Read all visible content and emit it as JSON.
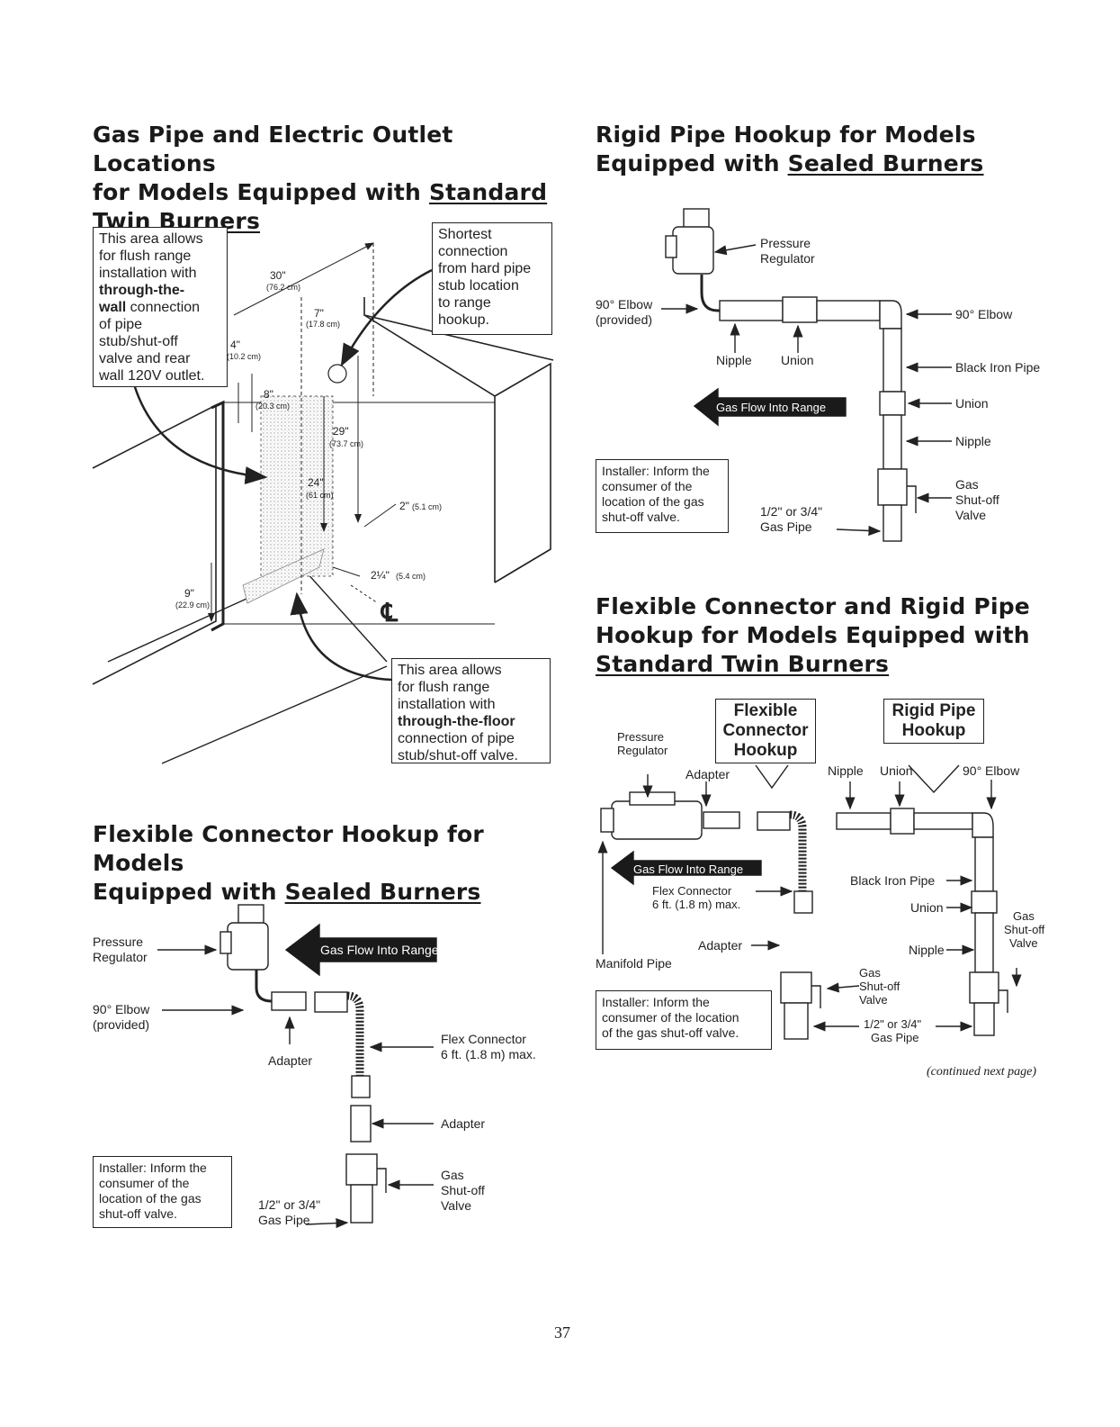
{
  "headings": {
    "gas_pipe": {
      "line1": "Gas Pipe and Electric Outlet Locations",
      "line2a": "for Models Equipped with ",
      "line2b": "Standard",
      "line3": "Twin Burners"
    },
    "rigid_sealed": {
      "line1": "Rigid Pipe Hookup for Models",
      "line2a": "Equipped with ",
      "line2b": "Sealed Burners"
    },
    "flex_rigid_twin": {
      "line1": "Flexible Connector and Rigid Pipe",
      "line2": "Hookup for Models Equipped with",
      "line3": "Standard Twin Burners"
    },
    "flex_sealed": {
      "line1": "Flexible Connector Hookup for Models",
      "line2a": "Equipped with ",
      "line2b": "Sealed Burners"
    }
  },
  "location_diagram": {
    "wall_box": {
      "l1": "This area allows",
      "l2": "for flush range",
      "l3": "installation with",
      "l4": "through-the-",
      "l5": "wall",
      "l5b": " connection",
      "l6": "of pipe",
      "l7": "stub/shut-off",
      "l8": "valve and rear",
      "l9": "wall 120V outlet."
    },
    "shortest_box": {
      "l1": "Shortest",
      "l2": "connection",
      "l3": "from hard pipe",
      "l4": "stub location",
      "l5": "to range",
      "l6": "hookup."
    },
    "floor_box": {
      "l1": "This area allows",
      "l2": "for flush range",
      "l3": "installation with",
      "l4": "through-the-floor",
      "l5": "connection of pipe",
      "l6": "stub/shut-off valve."
    },
    "dims": {
      "d30": "30\"",
      "d30cm": "(76.2 cm)",
      "d7": "7\"",
      "d7cm": "(17.8 cm)",
      "d4": "4\"",
      "d4cm": "(10.2 cm)",
      "d8": "8\"",
      "d8cm": "(20.3 cm)",
      "d29": "29\"",
      "d29cm": "(73.7 cm)",
      "d24": "24\"",
      "d24cm": "(61 cm)",
      "d2": "2\"",
      "d2cm": "(5.1 cm)",
      "d2q": "2¼\"",
      "d2qcm": "(5.4 cm)",
      "d9": "9\"",
      "d9cm": "(22.9 cm)",
      "centerline": "℄"
    }
  },
  "rigid_sealed_diagram": {
    "pressure_regulator": {
      "l1": "Pressure",
      "l2": "Regulator"
    },
    "elbow_provided": {
      "l1": "90° Elbow",
      "l2": "(provided)"
    },
    "elbow": "90° Elbow",
    "nipple": "Nipple",
    "union": "Union",
    "black_iron_pipe": "Black Iron Pipe",
    "union2": "Union",
    "nipple2": "Nipple",
    "shutoff": {
      "l1": "Gas",
      "l2": "Shut-off",
      "l3": "Valve"
    },
    "gas_pipe": {
      "l1": "1/2\" or 3/4\"",
      "l2": "Gas Pipe"
    },
    "flow": "Gas Flow Into Range",
    "installer_note": {
      "l1": "Installer: Inform the",
      "l2": "consumer of the",
      "l3": "location of the gas",
      "l4": "shut-off valve."
    }
  },
  "flex_rigid_diagram": {
    "flex_tag": {
      "l1": "Flexible",
      "l2": "Connector",
      "l3": "Hookup"
    },
    "rigid_tag": {
      "l1": "Rigid Pipe",
      "l2": "Hookup"
    },
    "pressure_regulator": {
      "l1": "Pressure",
      "l2": "Regulator"
    },
    "adapter": "Adapter",
    "nipple": "Nipple",
    "union": "Union",
    "elbow": "90° Elbow",
    "flow": "Gas Flow Into Range",
    "flex_connector": {
      "l1": "Flex Connector",
      "l2": "6 ft. (1.8 m) max."
    },
    "black_iron_pipe": "Black Iron Pipe",
    "union2": "Union",
    "nipple2": "Nipple",
    "shutoff_right": {
      "l1": "Gas",
      "l2": "Shut-off",
      "l3": "Valve"
    },
    "adapter2": "Adapter",
    "manifold": "Manifold Pipe",
    "shutoff_mid": {
      "l1": "Gas",
      "l2": "Shut-off",
      "l3": "Valve"
    },
    "gas_pipe": {
      "l1": "1/2\" or 3/4\"",
      "l2": "Gas Pipe"
    },
    "installer_note": {
      "l1": "Installer: Inform the",
      "l2": "consumer of the location",
      "l3": "of the gas shut-off valve."
    }
  },
  "flex_sealed_diagram": {
    "pressure_regulator": {
      "l1": "Pressure",
      "l2": "Regulator"
    },
    "flow": "Gas Flow Into Range",
    "elbow_provided": {
      "l1": "90° Elbow",
      "l2": "(provided)"
    },
    "adapter": "Adapter",
    "flex_connector": {
      "l1": "Flex Connector",
      "l2": "6 ft. (1.8 m) max."
    },
    "adapter2": "Adapter",
    "shutoff": {
      "l1": "Gas",
      "l2": "Shut-off",
      "l3": "Valve"
    },
    "gas_pipe": {
      "l1": "1/2\" or 3/4\"",
      "l2": "Gas Pipe"
    },
    "installer_note": {
      "l1": "Installer: Inform the",
      "l2": "consumer of the",
      "l3": "location of the gas",
      "l4": "shut-off valve."
    }
  },
  "footer": {
    "continued": "(continued next page)",
    "page_number": "37"
  }
}
